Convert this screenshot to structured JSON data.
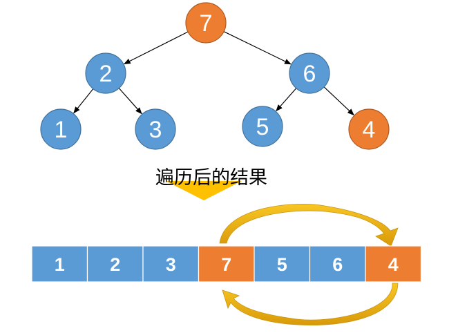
{
  "colors": {
    "blue": "#5B9BD5",
    "orange": "#ED7D31",
    "node_stroke": "#41719C",
    "node_stroke_orange": "#AE5A21",
    "arrow_yellow": "#F5BA14",
    "arrow_dark": "#B8860B"
  },
  "tree": {
    "nodes": [
      {
        "id": "n7",
        "label": "7",
        "highlight": true
      },
      {
        "id": "n2",
        "label": "2",
        "highlight": false
      },
      {
        "id": "n6",
        "label": "6",
        "highlight": false
      },
      {
        "id": "n1",
        "label": "1",
        "highlight": false
      },
      {
        "id": "n3",
        "label": "3",
        "highlight": false
      },
      {
        "id": "n5",
        "label": "5",
        "highlight": false
      },
      {
        "id": "n4",
        "label": "4",
        "highlight": true
      }
    ],
    "edges": [
      [
        "n7",
        "n2"
      ],
      [
        "n7",
        "n6"
      ],
      [
        "n2",
        "n1"
      ],
      [
        "n2",
        "n3"
      ],
      [
        "n6",
        "n5"
      ],
      [
        "n6",
        "n4"
      ]
    ]
  },
  "caption": "遍历后的结果",
  "array": {
    "cells": [
      {
        "label": "1",
        "highlight": false
      },
      {
        "label": "2",
        "highlight": false
      },
      {
        "label": "3",
        "highlight": false
      },
      {
        "label": "7",
        "highlight": true
      },
      {
        "label": "5",
        "highlight": false
      },
      {
        "label": "6",
        "highlight": false
      },
      {
        "label": "4",
        "highlight": true
      }
    ]
  }
}
